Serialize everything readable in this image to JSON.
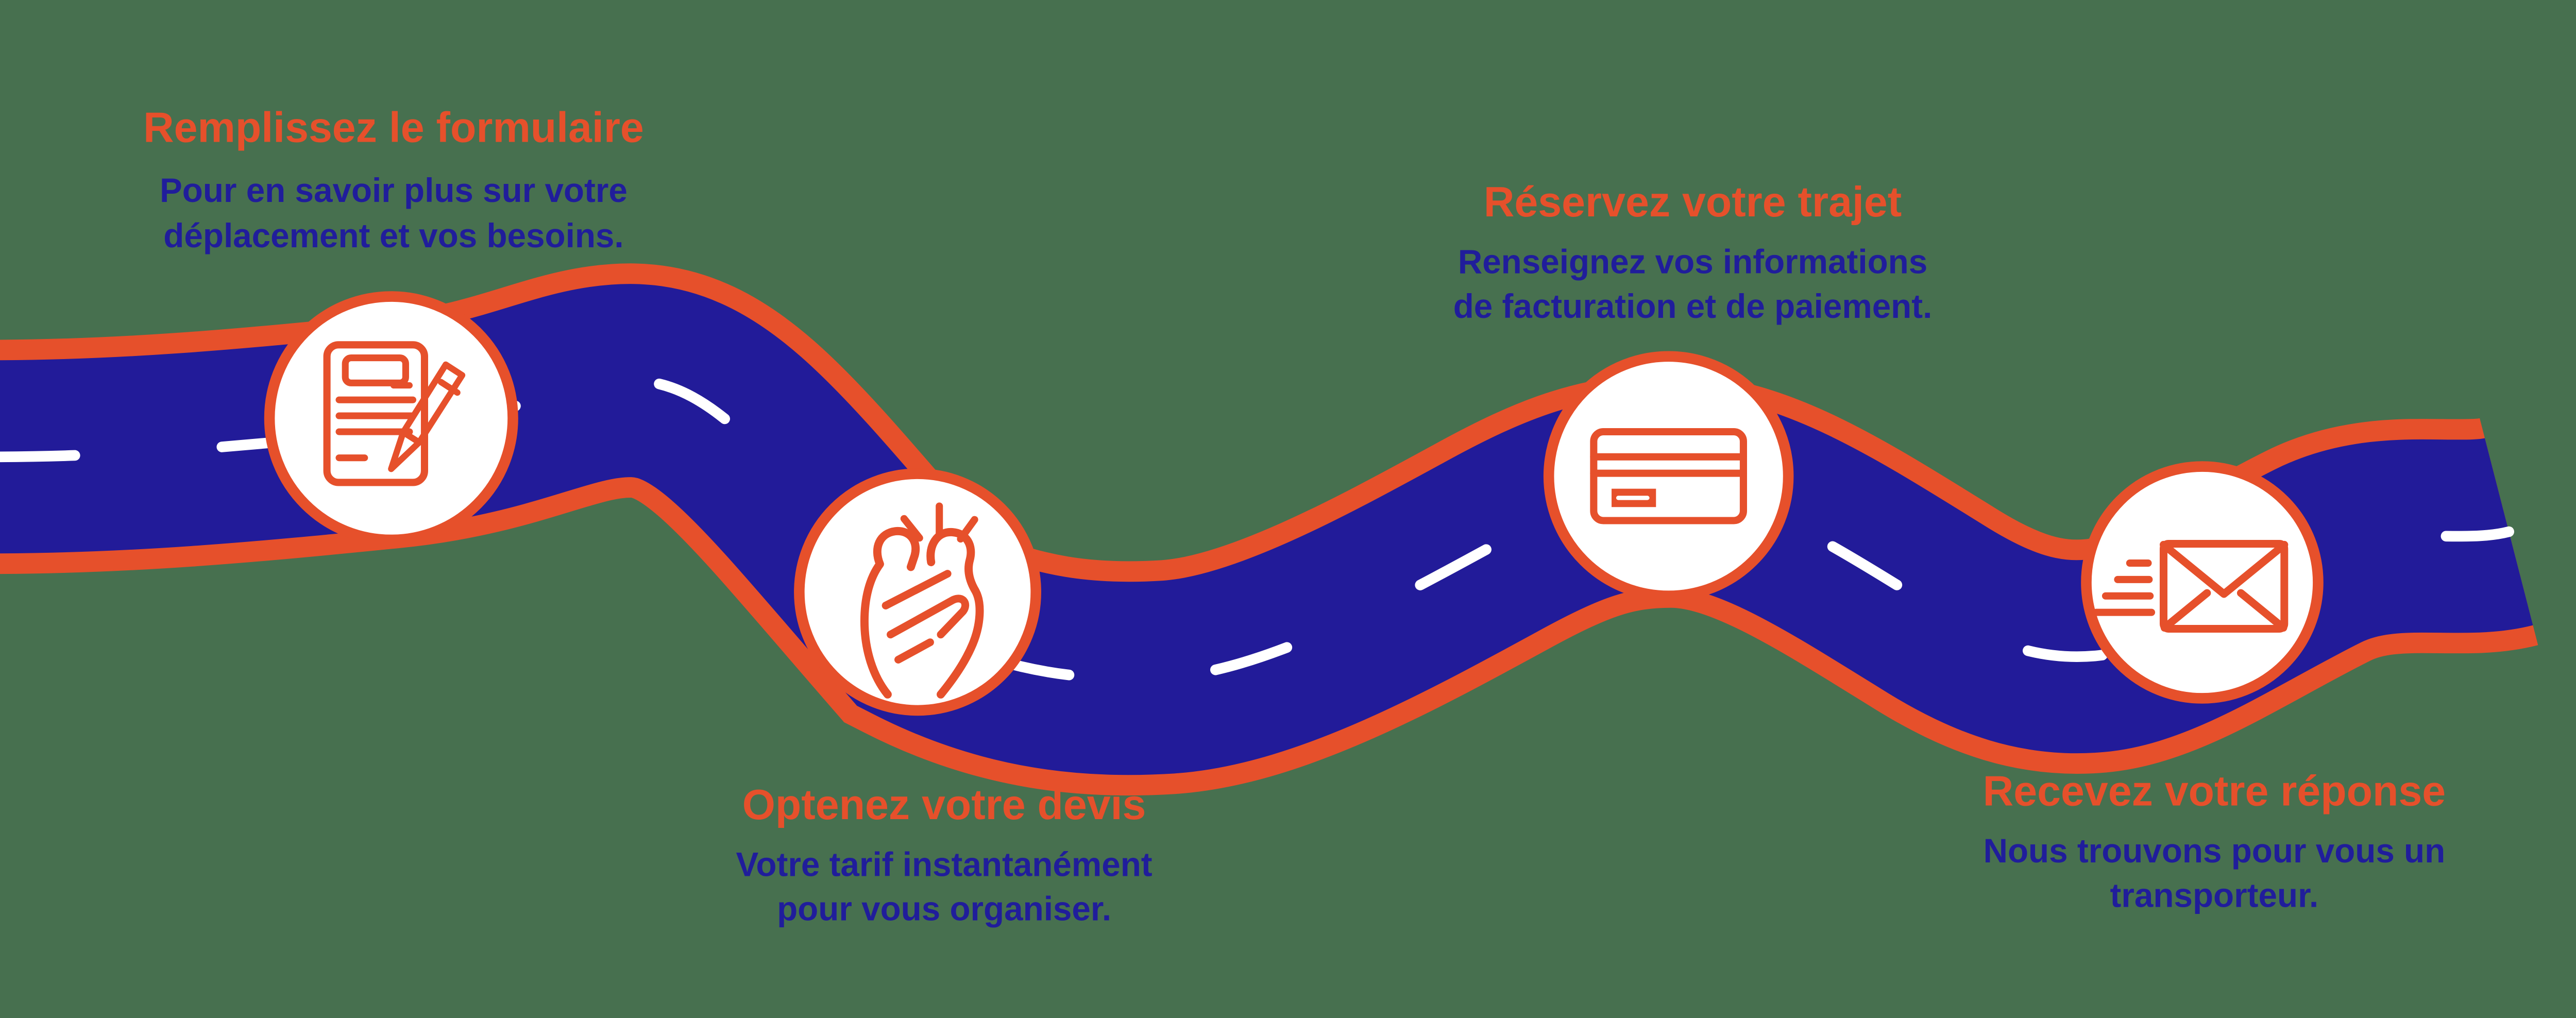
{
  "colors": {
    "background": "#47704F",
    "accent_orange": "#E6502B",
    "road_blue": "#221B99",
    "text_blue": "#201D9B",
    "dash_white": "#FFFFFF"
  },
  "steps": [
    {
      "title": "Remplissez le formulaire",
      "description": [
        "Pour en savoir plus sur votre",
        "déplacement et vos besoins."
      ],
      "icon": "form-pen-icon"
    },
    {
      "title": "Optenez votre devis",
      "description": [
        "Votre tarif instantanément",
        "pour vous organiser."
      ],
      "icon": "snap-fingers-icon"
    },
    {
      "title": "Réservez votre trajet",
      "description": [
        "Renseignez vos informations",
        "de facturation et de paiement."
      ],
      "icon": "credit-card-icon"
    },
    {
      "title": "Recevez votre réponse",
      "description": [
        "Nous trouvons pour vous un",
        "transporteur."
      ],
      "icon": "mail-send-icon"
    }
  ]
}
